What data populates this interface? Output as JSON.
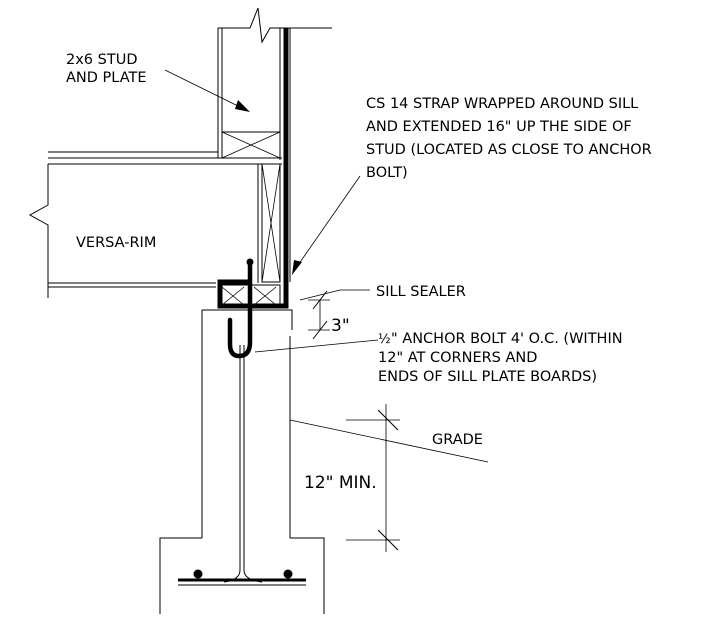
{
  "labels": {
    "stud_line1": "2x6 STUD",
    "stud_line2": "AND PLATE",
    "strap_line1": "CS 14 STRAP WRAPPED AROUND SILL",
    "strap_line2": "AND EXTENDED 16\" UP THE SIDE OF",
    "strap_line3": "STUD (LOCATED AS CLOSE TO ANCHOR",
    "strap_line4": "BOLT)",
    "rim": "VERSA-RIM",
    "sill_sealer": "SILL SEALER",
    "bolt_fraction": "½",
    "bolt_line1": "\" ANCHOR BOLT 4' O.C. (WITHIN",
    "bolt_line2": "12\" AT CORNERS AND",
    "bolt_line3": "ENDS OF SILL PLATE BOARDS)",
    "grade": "GRADE"
  },
  "dimensions": {
    "sill_offset": "3\"",
    "grade_depth": "12\" MIN."
  }
}
